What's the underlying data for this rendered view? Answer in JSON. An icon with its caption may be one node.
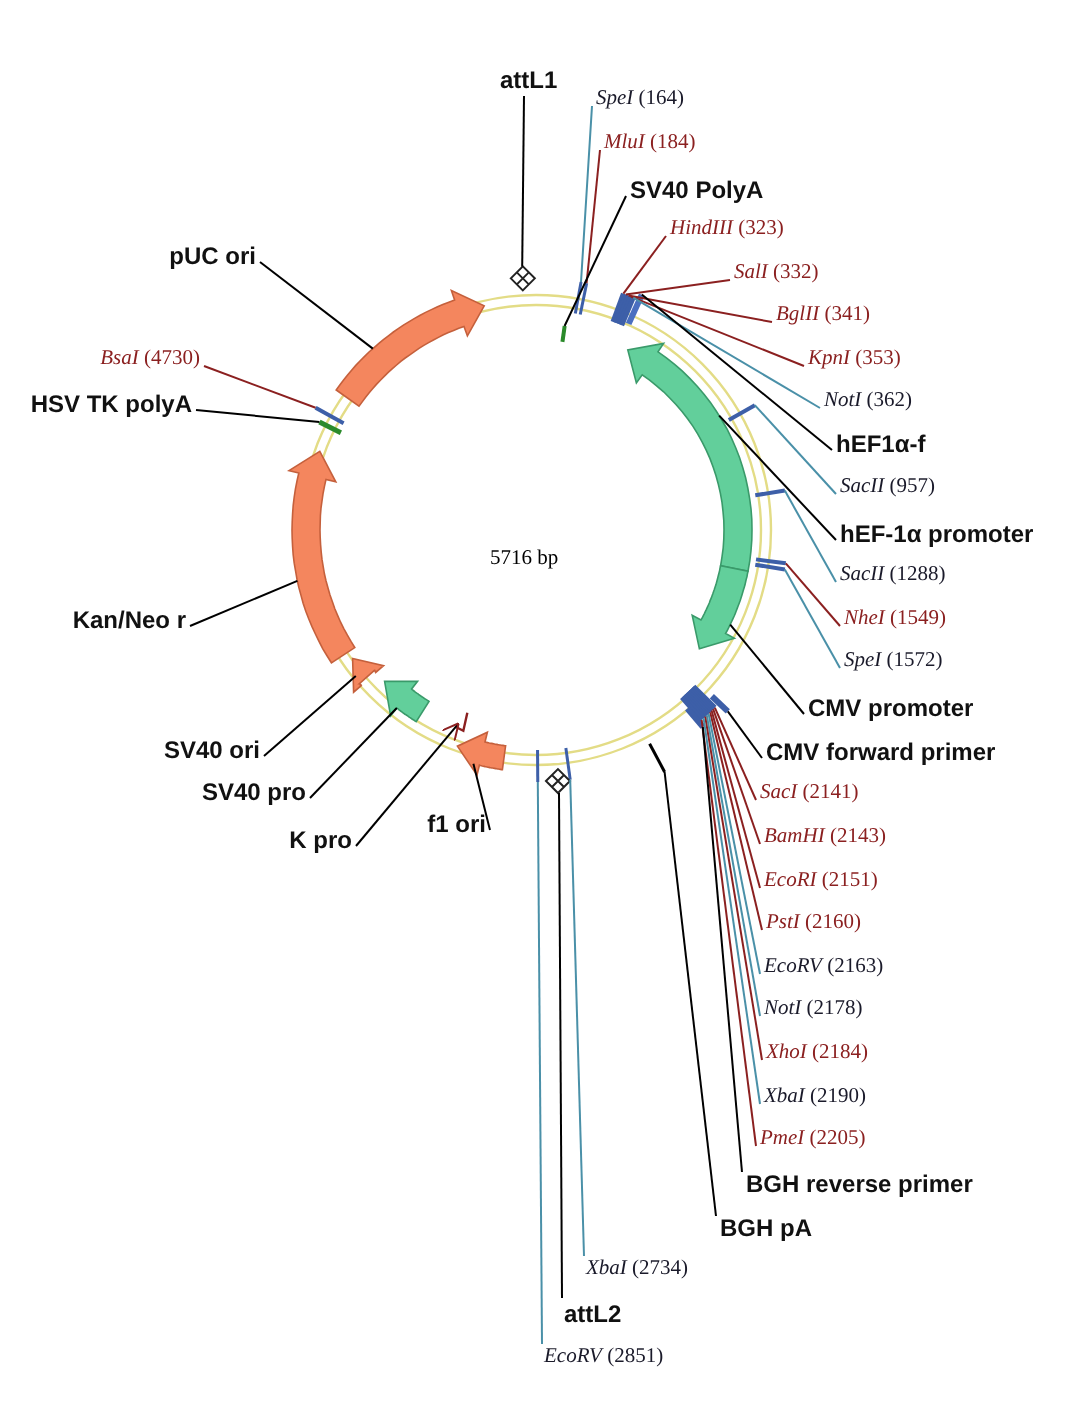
{
  "diagram": {
    "nodes": [
      {
        "text": [
          "attL1"
        ]
      },
      {
        "text": [
          "*SpeI* (164)"
        ]
      },
      {
        "text": [
          "*MluI* (184)"
        ]
      },
      {
        "text": [
          "SV40 PolyA"
        ]
      },
      {
        "text": [
          "*HindIII* (323)"
        ]
      },
      {
        "text": [
          "*SalI* (332)"
        ]
      },
      {
        "text": [
          "*BglII* (341)"
        ]
      },
      {
        "text": [
          "*KpnI* (353)"
        ]
      },
      {
        "text": [
          "*NotI* (362)"
        ]
      },
      {
        "text": [
          "hEF1α-f"
        ]
      },
      {
        "text": [
          "*SacII* (957)"
        ]
      },
      {
        "text": [
          "hEF-1α promoter"
        ]
      },
      {
        "text": [
          "*SacII* (1288)"
        ]
      },
      {
        "text": [
          "*NheI* (1549)"
        ]
      },
      {
        "text": [
          "*SpeI* (1572)"
        ]
      },
      {
        "text": [
          "CMV promoter"
        ]
      },
      {
        "text": [
          "CMV forward primer"
        ]
      },
      {
        "text": [
          "*SacI* (2141)"
        ]
      },
      {
        "text": [
          "*BamHI* (2143)"
        ]
      },
      {
        "text": [
          "*EcoRI* (2151)"
        ]
      },
      {
        "text": [
          "*PstI* (2160)"
        ]
      },
      {
        "text": [
          "*EcoRV* (2163)"
        ]
      },
      {
        "text": [
          "*NotI* (2178)"
        ]
      },
      {
        "text": [
          "*XhoI* (2184)"
        ]
      },
      {
        "text": [
          "*XbaI* (2190)"
        ]
      },
      {
        "text": [
          "*PmeI* (2205)"
        ]
      },
      {
        "text": [
          "BGH reverse primer"
        ]
      },
      {
        "text": [
          "BGH pA"
        ]
      },
      {
        "text": [
          "*XbaI* (2734)"
        ]
      },
      {
        "text": [
          "attL2"
        ]
      },
      {
        "text": [
          "*EcoRV* (2851)"
        ]
      },
      {
        "text": [
          "f1 ori"
        ]
      },
      {
        "text": [
          "K pro"
        ]
      },
      {
        "text": [
          "SV40 pro"
        ]
      },
      {
        "text": [
          "SV40 ori"
        ]
      },
      {
        "text": [
          "Kan/Neo r"
        ]
      },
      {
        "text": [
          "HSV TK polyA"
        ]
      },
      {
        "text": [
          "*BsaI* (4730)"
        ]
      },
      {
        "text": [
          "pUC ori"
        ]
      },
      {
        "text": [],
        "shape": "arrow"
      },
      {
        "text": [],
        "shape": "arrow"
      },
      {
        "text": [],
        "shape": "arrow"
      },
      {
        "text": [],
        "shape": "arrow"
      },
      {
        "text": [],
        "shape": "arrow"
      },
      {
        "text": [],
        "shape": "arrow"
      },
      {
        "text": [],
        "shape": "arrow"
      },
      {
        "text": [],
        "shape": "line"
      },
      {
        "text": [],
        "shape": "diamond"
      },
      {
        "text": [],
        "shape": "bar"
      },
      {
        "text": [],
        "shape": "bar"
      },
      {
        "text": [],
        "shape": "bar"
      },
      {
        "text": [],
        "shape": "bar"
      },
      {
        "text": [],
        "shape": "bar"
      },
      {
        "text": [],
        "shape": "bar"
      },
      {
        "text": [],
        "shape": "bar"
      },
      {
        "text": [],
        "shape": "bar"
      },
      {
        "text": [],
        "shape": "bar"
      },
      {
        "text": [],
        "shape": "bar"
      },
      {
        "text": [],
        "shape": "bar"
      },
      {
        "text": [],
        "shape": "bar"
      },
      {
        "text": [],
        "shape": "bar"
      },
      {
        "text": [],
        "shape": "bar"
      },
      {
        "text": [],
        "shape": "bar"
      },
      {
        "text": [],
        "shape": "bar"
      },
      {
        "text": [],
        "shape": "bar"
      },
      {
        "text": [],
        "shape": "bar"
      },
      {
        "text": [],
        "shape": "bar"
      },
      {
        "text": [],
        "shape": "bar"
      },
      {
        "text": [],
        "shape": "bar"
      },
      {
        "text": [],
        "shape": "bar"
      },
      {
        "text": [],
        "shape": "bar"
      },
      {
        "text": [],
        "shape": "bar"
      },
      {
        "text": [],
        "shape": "bar"
      },
      {
        "text": [],
        "shape": "bar"
      },
      {
        "text": [],
        "shape": "diamond"
      },
      {
        "text": [],
        "shape": "bar"
      },
      {
        "text": [],
        "shape": "bar"
      },
      {
        "text": [],
        "shape": "bar"
      }
    ],
    "edges": [
      {
        "from": 0,
        "to": 47,
        "arrow": "none"
      },
      {
        "from": 1,
        "to": 48,
        "arrow": "none",
        "color": "#4a90a8"
      },
      {
        "from": 2,
        "to": 49,
        "arrow": "none",
        "color": "#8b2020"
      },
      {
        "from": 3,
        "to": 50,
        "arrow": "none"
      },
      {
        "from": 4,
        "to": 51,
        "arrow": "none",
        "color": "#8b2020"
      },
      {
        "from": 5,
        "to": 52,
        "arrow": "none",
        "color": "#8b2020"
      },
      {
        "from": 6,
        "to": 53,
        "arrow": "none",
        "color": "#8b2020"
      },
      {
        "from": 7,
        "to": 54,
        "arrow": "none",
        "color": "#8b2020"
      },
      {
        "from": 8,
        "to": 55,
        "arrow": "none",
        "color": "#4a90a8"
      },
      {
        "from": 9,
        "to": 56,
        "arrow": "none"
      },
      {
        "from": 10,
        "to": 57,
        "arrow": "none",
        "color": "#4a90a8"
      },
      {
        "from": 11,
        "to": 40,
        "arrow": "none"
      },
      {
        "from": 12,
        "to": 58,
        "arrow": "none",
        "color": "#4a90a8"
      },
      {
        "from": 13,
        "to": 59,
        "arrow": "none",
        "color": "#8b2020"
      },
      {
        "from": 14,
        "to": 60,
        "arrow": "none",
        "color": "#4a90a8"
      },
      {
        "from": 15,
        "to": 41,
        "arrow": "none"
      },
      {
        "from": 16,
        "to": 61,
        "arrow": "none"
      },
      {
        "from": 17,
        "to": 62,
        "arrow": "none",
        "color": "#8b2020"
      },
      {
        "from": 18,
        "to": 63,
        "arrow": "none",
        "color": "#8b2020"
      },
      {
        "from": 19,
        "to": 64,
        "arrow": "none",
        "color": "#8b2020"
      },
      {
        "from": 20,
        "to": 65,
        "arrow": "none",
        "color": "#8b2020"
      },
      {
        "from": 21,
        "to": 66,
        "arrow": "none",
        "color": "#4a90a8"
      },
      {
        "from": 22,
        "to": 67,
        "arrow": "none",
        "color": "#4a90a8"
      },
      {
        "from": 23,
        "to": 68,
        "arrow": "none",
        "color": "#8b2020"
      },
      {
        "from": 24,
        "to": 69,
        "arrow": "none",
        "color": "#4a90a8"
      },
      {
        "from": 25,
        "to": 70,
        "arrow": "none",
        "color": "#8b2020"
      },
      {
        "from": 26,
        "to": 71,
        "arrow": "none"
      },
      {
        "from": 27,
        "to": 72,
        "arrow": "none"
      },
      {
        "from": 28,
        "to": 73,
        "arrow": "none",
        "color": "#4a90a8"
      },
      {
        "from": 29,
        "to": 74,
        "arrow": "none"
      },
      {
        "from": 30,
        "to": 75,
        "arrow": "none",
        "color": "#4a90a8"
      },
      {
        "from": 31,
        "to": 42,
        "arrow": "none"
      },
      {
        "from": 32,
        "to": 46,
        "arrow": "to"
      },
      {
        "from": 33,
        "to": 43,
        "arrow": "none"
      },
      {
        "from": 34,
        "to": 44,
        "arrow": "none"
      },
      {
        "from": 35,
        "to": 45,
        "arrow": "none"
      },
      {
        "from": 36,
        "to": 76,
        "arrow": "none"
      },
      {
        "from": 37,
        "to": 77,
        "arrow": "none",
        "color": "#8b2020"
      },
      {
        "from": 38,
        "to": 39,
        "arrow": "none"
      }
    ],
    "labels": [
      "5716 bp"
    ]
  }
}
